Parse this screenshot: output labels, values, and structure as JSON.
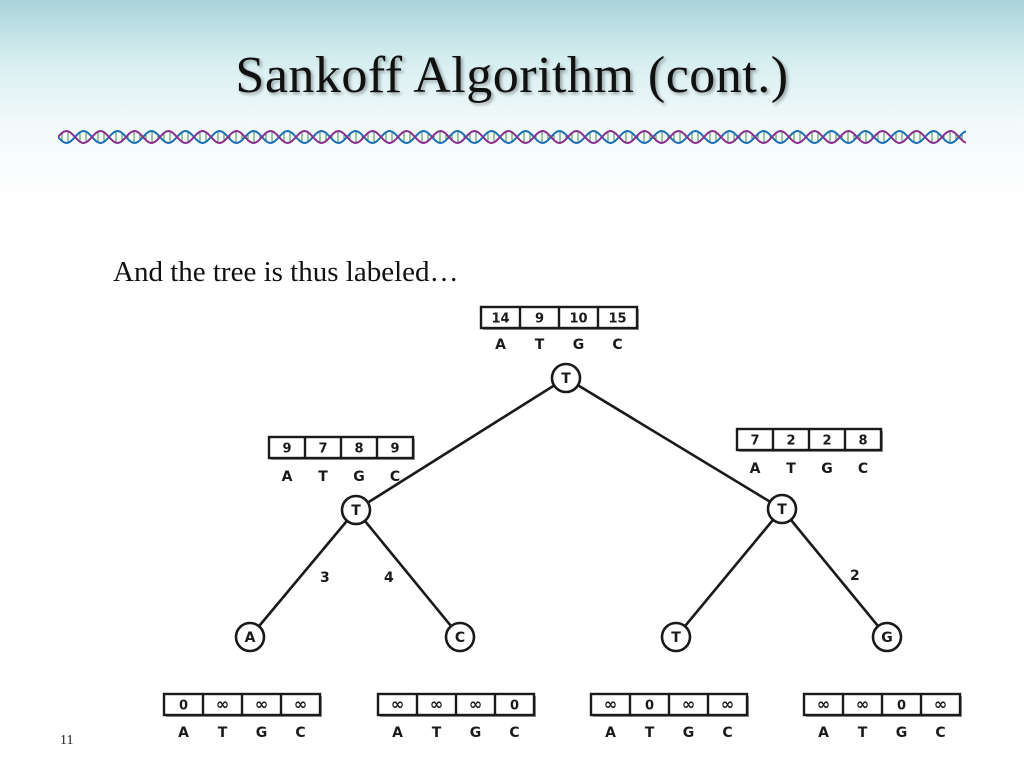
{
  "slide": {
    "title": "Sankoff Algorithm (cont.)",
    "subtitle": "And the tree is thus labeled…",
    "footer": "11"
  },
  "tree": {
    "column_labels": [
      "A",
      "T",
      "G",
      "C"
    ],
    "nodes": {
      "root": {
        "label": "T",
        "costs": [
          "14",
          "9",
          "10",
          "15"
        ]
      },
      "left": {
        "label": "T",
        "costs": [
          "9",
          "7",
          "8",
          "9"
        ]
      },
      "right": {
        "label": "T",
        "costs": [
          "7",
          "2",
          "2",
          "8"
        ]
      },
      "leaf_a": {
        "label": "A",
        "costs": [
          "0",
          "∞",
          "∞",
          "∞"
        ]
      },
      "leaf_c": {
        "label": "C",
        "costs": [
          "∞",
          "∞",
          "∞",
          "0"
        ]
      },
      "leaf_t": {
        "label": "T",
        "costs": [
          "∞",
          "0",
          "∞",
          "∞"
        ]
      },
      "leaf_g": {
        "label": "G",
        "costs": [
          "∞",
          "∞",
          "0",
          "∞"
        ]
      }
    },
    "edge_weights": {
      "left_to_leaf_a": "3",
      "left_to_leaf_c": "4",
      "right_to_leaf_g": "2"
    }
  },
  "colors": {
    "title": "#111111",
    "ink": "#1a1a1a",
    "dna_strand_1": "#1f6fb5",
    "dna_strand_2": "#8b2f8f",
    "dna_rungs": "#3f8f3f"
  }
}
